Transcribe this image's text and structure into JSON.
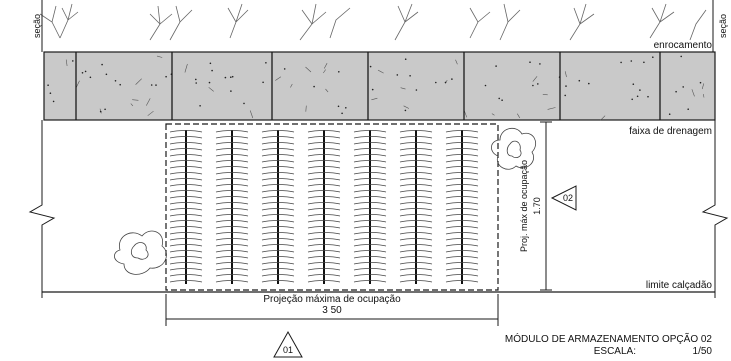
{
  "labels": {
    "section_left": "seção",
    "section_right": "seção",
    "riprap": "enrocamento",
    "drainage_strip": "faixa de drenagem",
    "sidewalk_limit": "limite calçadão",
    "proj_vertical": "Proj. máx de ocupação",
    "dim_vertical": "1.70",
    "proj_horizontal": "Projeção máxima de ocupação",
    "dim_horizontal": "3 50",
    "callout_right": "02",
    "callout_bottom": "01"
  },
  "title_block": {
    "title": "MÓDULO DE ARMAZENAMENTO OPÇÃO 02",
    "scale_label": "ESCALA:",
    "scale_value": "1/50"
  },
  "colors": {
    "riprap_fill": "#c9c9c9",
    "line": "#1a1a1a",
    "hatch": "#444444"
  }
}
